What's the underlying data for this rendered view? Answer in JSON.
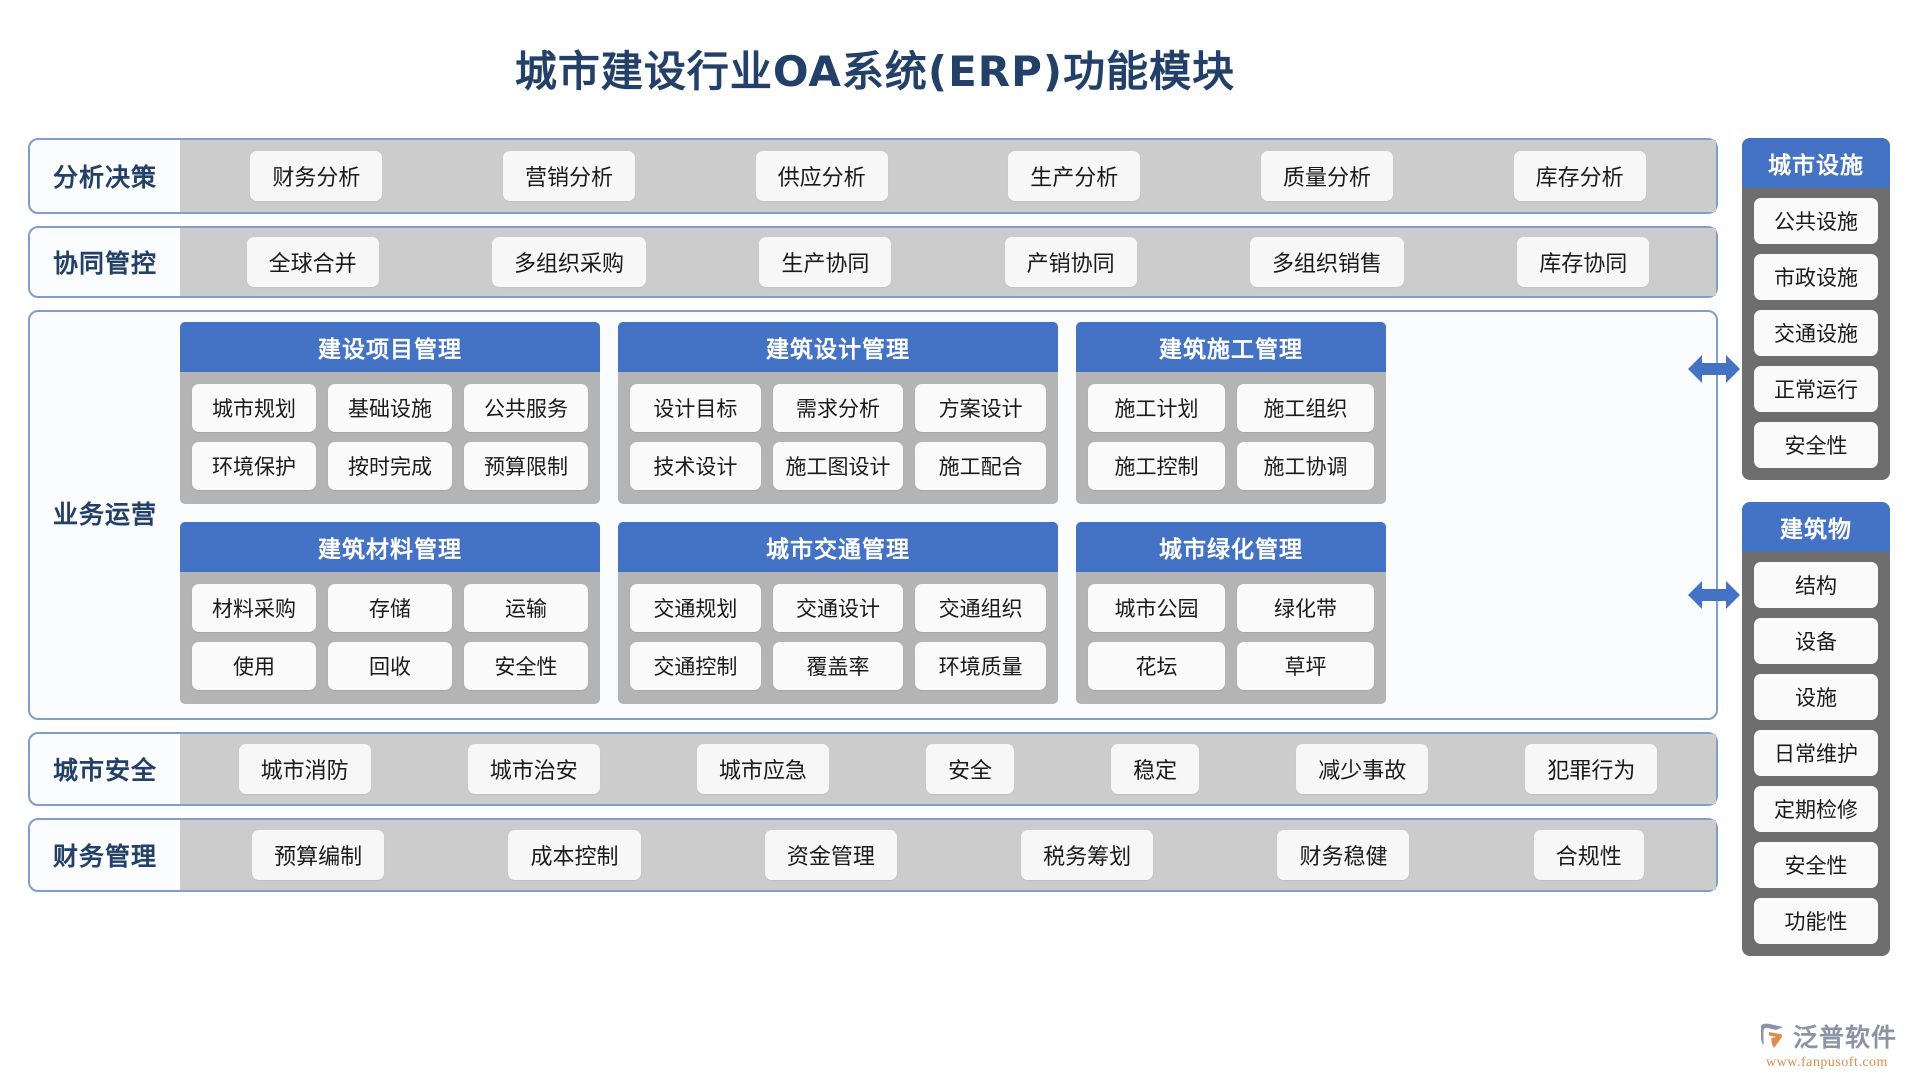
{
  "title": "城市建设行业OA系统(ERP)功能模块",
  "colors": {
    "title_navy": "#234069",
    "accent_blue": "#4472c4",
    "panel_gray": "#6e6e6e",
    "strip_gray": "#cccccc",
    "card_gray": "#b4b4b4",
    "border_blue": "#7f9ec9"
  },
  "sections": {
    "analysis": {
      "label": "分析决策",
      "chips": [
        "财务分析",
        "营销分析",
        "供应分析",
        "生产分析",
        "质量分析",
        "库存分析"
      ]
    },
    "collaboration": {
      "label": "协同管控",
      "chips": [
        "全球合并",
        "多组织采购",
        "生产协同",
        "产销协同",
        "多组织销售",
        "库存协同"
      ]
    },
    "city_safety": {
      "label": "城市安全",
      "chips": [
        "城市消防",
        "城市治安",
        "城市应急",
        "安全",
        "稳定",
        "减少事故",
        "犯罪行为"
      ]
    },
    "finance": {
      "label": "财务管理",
      "chips": [
        "预算编制",
        "成本控制",
        "资金管理",
        "税务筹划",
        "财务稳健",
        "合规性"
      ]
    }
  },
  "operations": {
    "label": "业务运营",
    "cards": [
      {
        "title": "建设项目管理",
        "rows": [
          [
            "城市规划",
            "基础设施",
            "公共服务"
          ],
          [
            "环境保护",
            "按时完成",
            "预算限制"
          ]
        ]
      },
      {
        "title": "建筑设计管理",
        "rows": [
          [
            "设计目标",
            "需求分析",
            "方案设计"
          ],
          [
            "技术设计",
            "施工图设计",
            "施工配合"
          ]
        ]
      },
      {
        "title": "建筑施工管理",
        "rows": [
          [
            "施工计划",
            "施工组织"
          ],
          [
            "施工控制",
            "施工协调"
          ]
        ]
      },
      {
        "title": "建筑材料管理",
        "rows": [
          [
            "材料采购",
            "存储",
            "运输"
          ],
          [
            "使用",
            "回收",
            "安全性"
          ]
        ]
      },
      {
        "title": "城市交通管理",
        "rows": [
          [
            "交通规划",
            "交通设计",
            "交通组织"
          ],
          [
            "交通控制",
            "覆盖率",
            "环境质量"
          ]
        ]
      },
      {
        "title": "城市绿化管理",
        "rows": [
          [
            "城市公园",
            "绿化带"
          ],
          [
            "花坛",
            "草坪"
          ]
        ]
      }
    ]
  },
  "rail": {
    "panels": [
      {
        "title": "城市设施",
        "items": [
          "公共设施",
          "市政设施",
          "交通设施",
          "正常运行",
          "安全性"
        ]
      },
      {
        "title": "建筑物",
        "items": [
          "结构",
          "设备",
          "设施",
          "日常维护",
          "定期检修",
          "安全性",
          "功能性"
        ]
      }
    ]
  },
  "logo": {
    "name": "泛普软件",
    "url": "www.fanpusoft.com"
  }
}
